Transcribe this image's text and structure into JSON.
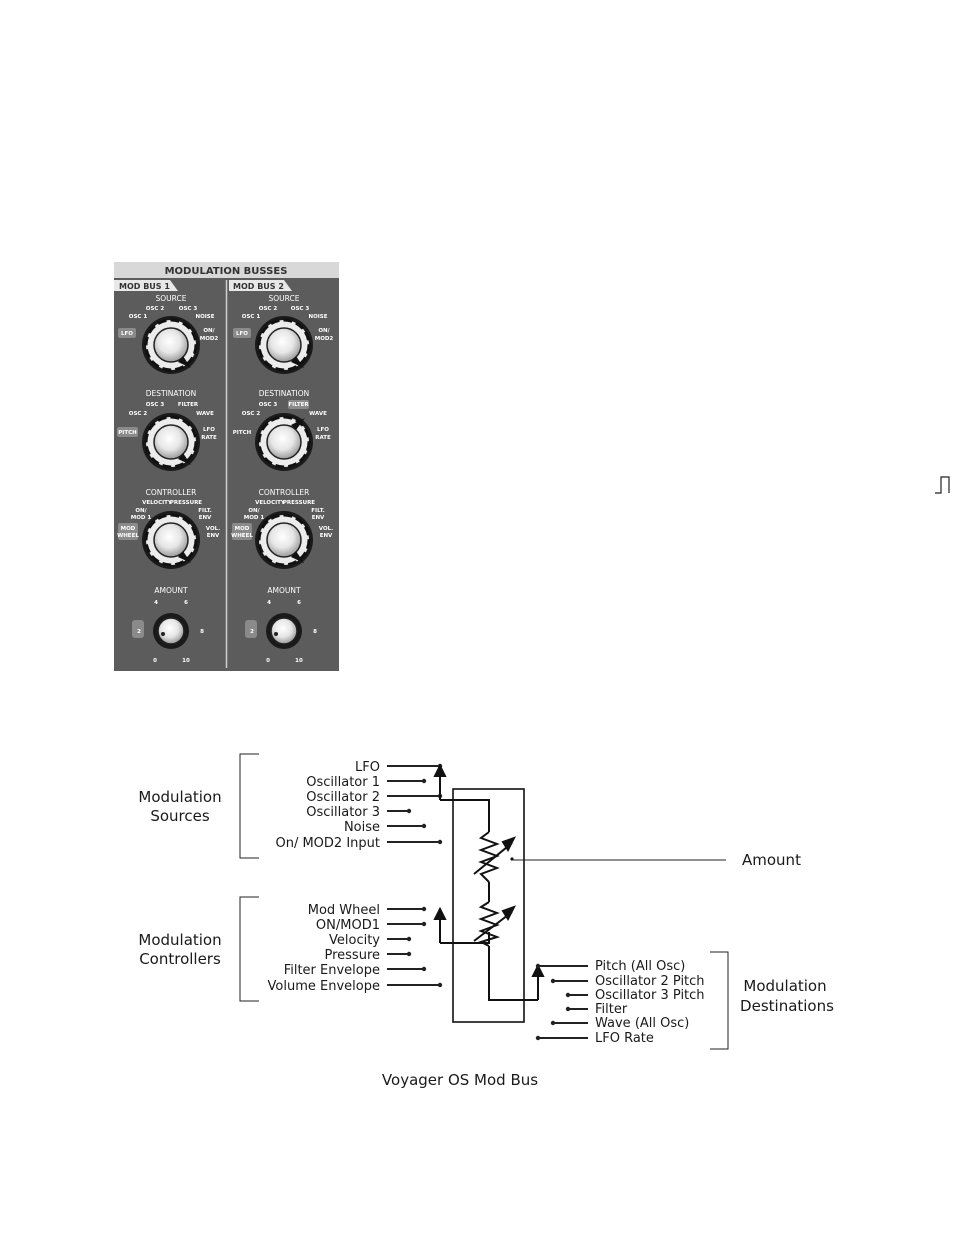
{
  "panel": {
    "title": "MODULATION BUSSES",
    "colors": {
      "panel_bg": "#5c5c5c",
      "header_bg": "#d8d8d8",
      "tab_bg": "#e8e8e8",
      "label_box": "#8a8a8a"
    },
    "buses": [
      {
        "tab": "MOD BUS 1",
        "source": {
          "heading": "SOURCE",
          "options": [
            "OSC 2",
            "OSC 3",
            "OSC 1",
            "NOISE",
            "LFO",
            "ON/",
            "MOD2"
          ],
          "selected": "LFO"
        },
        "destination": {
          "heading": "DESTINATION",
          "options": [
            "OSC 3",
            "FILTER",
            "OSC 2",
            "WAVE",
            "PITCH",
            "LFO",
            "RATE"
          ],
          "selected": "PITCH"
        },
        "controller": {
          "heading": "CONTROLLER",
          "options": [
            "VELOCITY",
            "PRESSURE",
            "ON/",
            "MOD 1",
            "FILT.",
            "ENV",
            "MOD",
            "WHEEL",
            "VOL.",
            "ENV"
          ],
          "selected": "MOD WHEEL"
        },
        "amount": {
          "heading": "AMOUNT",
          "scale": [
            "4",
            "6",
            "2",
            "8",
            "0",
            "10"
          ],
          "selected": "2"
        }
      },
      {
        "tab": "MOD BUS 2",
        "source": {
          "heading": "SOURCE",
          "options": [
            "OSC 2",
            "OSC 3",
            "OSC 1",
            "NOISE",
            "LFO",
            "ON/",
            "MOD2"
          ],
          "selected": "LFO"
        },
        "destination": {
          "heading": "DESTINATION",
          "options": [
            "OSC 3",
            "FILTER",
            "OSC 2",
            "WAVE",
            "PITCH",
            "LFO",
            "RATE"
          ],
          "selected": "FILTER"
        },
        "controller": {
          "heading": "CONTROLLER",
          "options": [
            "VELOCITY",
            "PRESSURE",
            "ON/",
            "MOD 1",
            "FILT.",
            "ENV",
            "MOD",
            "WHEEL",
            "VOL.",
            "ENV"
          ],
          "selected": "MOD WHEEL"
        },
        "amount": {
          "heading": "AMOUNT",
          "scale": [
            "4",
            "6",
            "2",
            "8",
            "0",
            "10"
          ],
          "selected": "2"
        }
      }
    ]
  },
  "diagram": {
    "groups": {
      "sources": [
        "Modulation",
        "Sources"
      ],
      "controllers": [
        "Modulation",
        "Controllers"
      ],
      "destinations": [
        "Modulation",
        "Destinations"
      ]
    },
    "sources": [
      "LFO",
      "Oscillator 1",
      "Oscillator 2",
      "Oscillator 3",
      "Noise",
      "On/ MOD2 Input"
    ],
    "controllers": [
      "Mod Wheel",
      "ON/MOD1",
      "Velocity",
      "Pressure",
      "Filter Envelope",
      "Volume Envelope"
    ],
    "destinations": [
      "Pitch (All Osc)",
      "Oscillator 2 Pitch",
      "Oscillator 3 Pitch",
      "Filter",
      "Wave (All Osc)",
      "LFO Rate"
    ],
    "amount_label": "Amount",
    "caption": "Voyager OS Mod Bus"
  }
}
